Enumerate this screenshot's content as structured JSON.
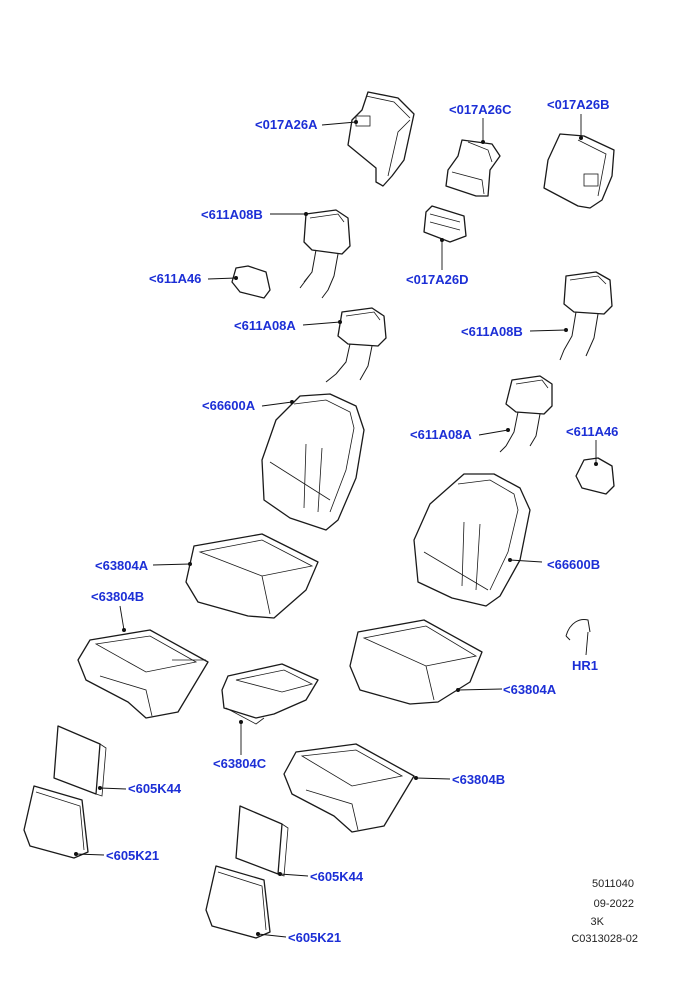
{
  "callouts": [
    {
      "id": "017A26A",
      "text": "<017A26A"
    },
    {
      "id": "017A26C",
      "text": "<017A26C"
    },
    {
      "id": "017A26B",
      "text": "<017A26B"
    },
    {
      "id": "611A08B-L",
      "text": "<611A08B"
    },
    {
      "id": "017A26D",
      "text": "<017A26D"
    },
    {
      "id": "611A46-L",
      "text": "<611A46"
    },
    {
      "id": "611A08A-L",
      "text": "<611A08A"
    },
    {
      "id": "611A08B-R",
      "text": "<611A08B"
    },
    {
      "id": "66600A",
      "text": "<66600A"
    },
    {
      "id": "611A08A-R",
      "text": "<611A08A"
    },
    {
      "id": "611A46-R",
      "text": "<611A46"
    },
    {
      "id": "63804A-L",
      "text": "<63804A"
    },
    {
      "id": "66600B",
      "text": "<66600B"
    },
    {
      "id": "63804B-L",
      "text": "<63804B"
    },
    {
      "id": "HR1",
      "text": "HR1"
    },
    {
      "id": "63804A-R",
      "text": "<63804A"
    },
    {
      "id": "63804C",
      "text": "<63804C"
    },
    {
      "id": "63804B-R",
      "text": "<63804B"
    },
    {
      "id": "605K44-L",
      "text": "<605K44"
    },
    {
      "id": "605K21-L",
      "text": "<605K21"
    },
    {
      "id": "605K44-R",
      "text": "<605K44"
    },
    {
      "id": "605K21-R",
      "text": "<605K21"
    }
  ],
  "info": {
    "line1": "5011040",
    "line2": "09-2022",
    "line3": "3K",
    "line4": "C0313028-02"
  }
}
